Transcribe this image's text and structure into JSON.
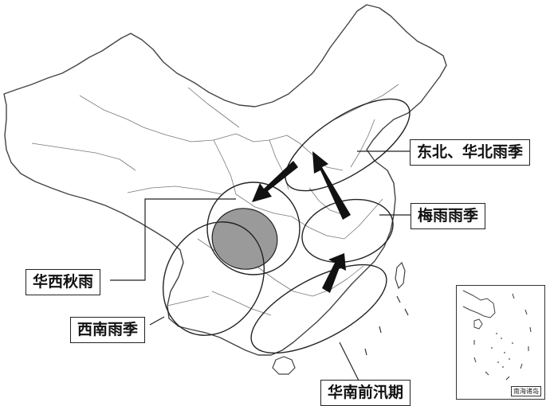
{
  "labels": {
    "dongbei_huabei": "东北、华北雨季",
    "meiyu": "梅雨雨季",
    "huaxi": "华西秋雨",
    "xinan": "西南雨季",
    "huanan": "华南前汛期"
  },
  "inset_caption": "南海诸岛",
  "colors": {
    "border": "#555555",
    "outline": "#222222",
    "shaded_region": "#9a9a9a",
    "arrow": "#111111"
  }
}
